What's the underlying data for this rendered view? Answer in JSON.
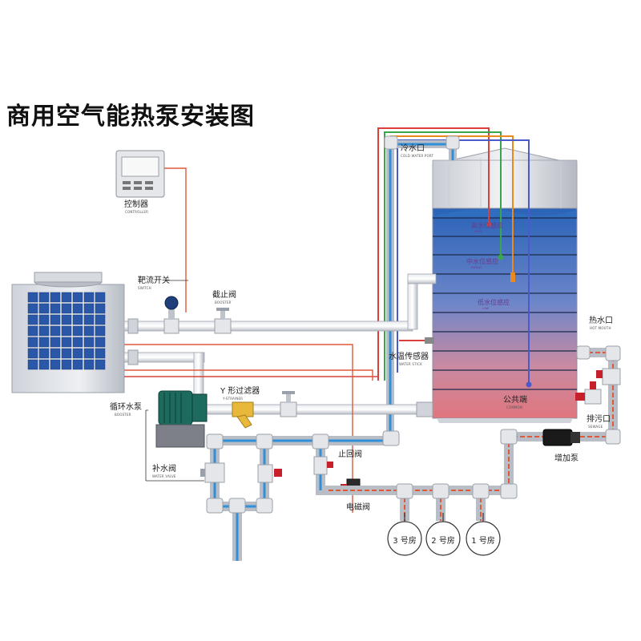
{
  "title": "商用空气能热泵安装图",
  "components": {
    "controller": {
      "label": "控制器",
      "sub": "CONTROLLER"
    },
    "flow_switch": {
      "label": "靶流开关",
      "sub": "SWITCH"
    },
    "stop_valve": {
      "label": "截止阀",
      "sub": "BOOSTER"
    },
    "circ_pump": {
      "label": "循环水泵",
      "sub": "BOOSTER"
    },
    "y_strainer": {
      "label": "Y 形过滤器",
      "sub": "Y-STRAINER"
    },
    "makeup_valve": {
      "label": "补水阀",
      "sub": "WATER VALVE"
    },
    "check_valve": {
      "label": "止回阀"
    },
    "solenoid_valve": {
      "label": "电磁阀"
    },
    "cold_port": {
      "label": "冷水口",
      "sub": "COLD WATER PORT"
    },
    "hot_port": {
      "label": "热水口",
      "sub": "HOT MOUTH"
    },
    "drain_port": {
      "label": "排污口",
      "sub": "SEWAGE"
    },
    "boost_pump": {
      "label": "增加泵"
    },
    "temp_sensor": {
      "label": "水温传感器",
      "sub": "WATER STICK"
    },
    "common": {
      "label": "公共端",
      "sub": "COMMON"
    }
  },
  "tank_levels": [
    {
      "label": "高水位感应",
      "sub": "HIGH"
    },
    {
      "label": "中水位感应",
      "sub": "MIDDLE"
    },
    {
      "label": "低水位感应",
      "sub": "LOW"
    }
  ],
  "rooms": [
    {
      "label": "3 号房"
    },
    {
      "label": "2 号房"
    },
    {
      "label": "1 号房"
    }
  ],
  "colors": {
    "cold_pipe": "#2f8fd8",
    "hot_pipe": "#e05a3a",
    "wire_red": "#d9403a",
    "wire_green": "#3aa64a",
    "wire_orange": "#e98a1f",
    "wire_blue": "#4a5bc9",
    "water": "#2f6fc0"
  }
}
